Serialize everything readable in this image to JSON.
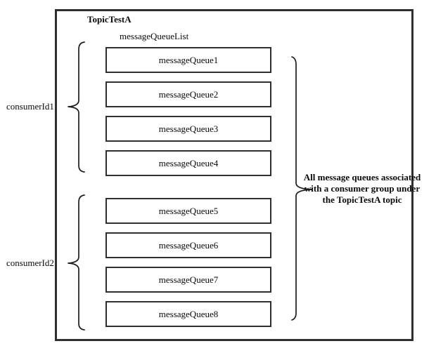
{
  "colors": {
    "background": "#ffffff",
    "line": "#2f2f2f",
    "text": "#0a0a0a"
  },
  "diagram": {
    "title": "TopicTestA",
    "queue_list_label": "messageQueueList",
    "consumer_groups": [
      {
        "label": "consumerId1",
        "queues": [
          "messageQueue1",
          "messageQueue2",
          "messageQueue3",
          "messageQueue4"
        ]
      },
      {
        "label": "consumerId2",
        "queues": [
          "messageQueue5",
          "messageQueue6",
          "messageQueue7",
          "messageQueue8"
        ]
      }
    ],
    "annotation": {
      "lines": [
        "All message queues associated",
        "with a consumer group under",
        "the TopicTestA topic"
      ]
    }
  }
}
